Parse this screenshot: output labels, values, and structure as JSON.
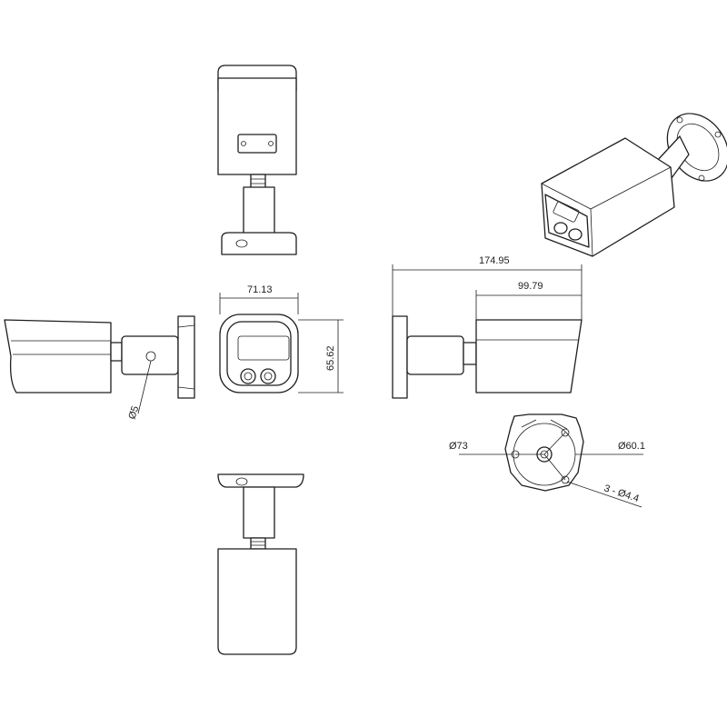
{
  "dimensions": {
    "front_width": "71.13",
    "front_height": "65.62",
    "total_length": "174.95",
    "body_length": "99.79",
    "side_hole": "Ø5",
    "base_left": "Ø73",
    "base_right": "Ø60.1",
    "mount_holes": "3 - Ø4.4"
  }
}
